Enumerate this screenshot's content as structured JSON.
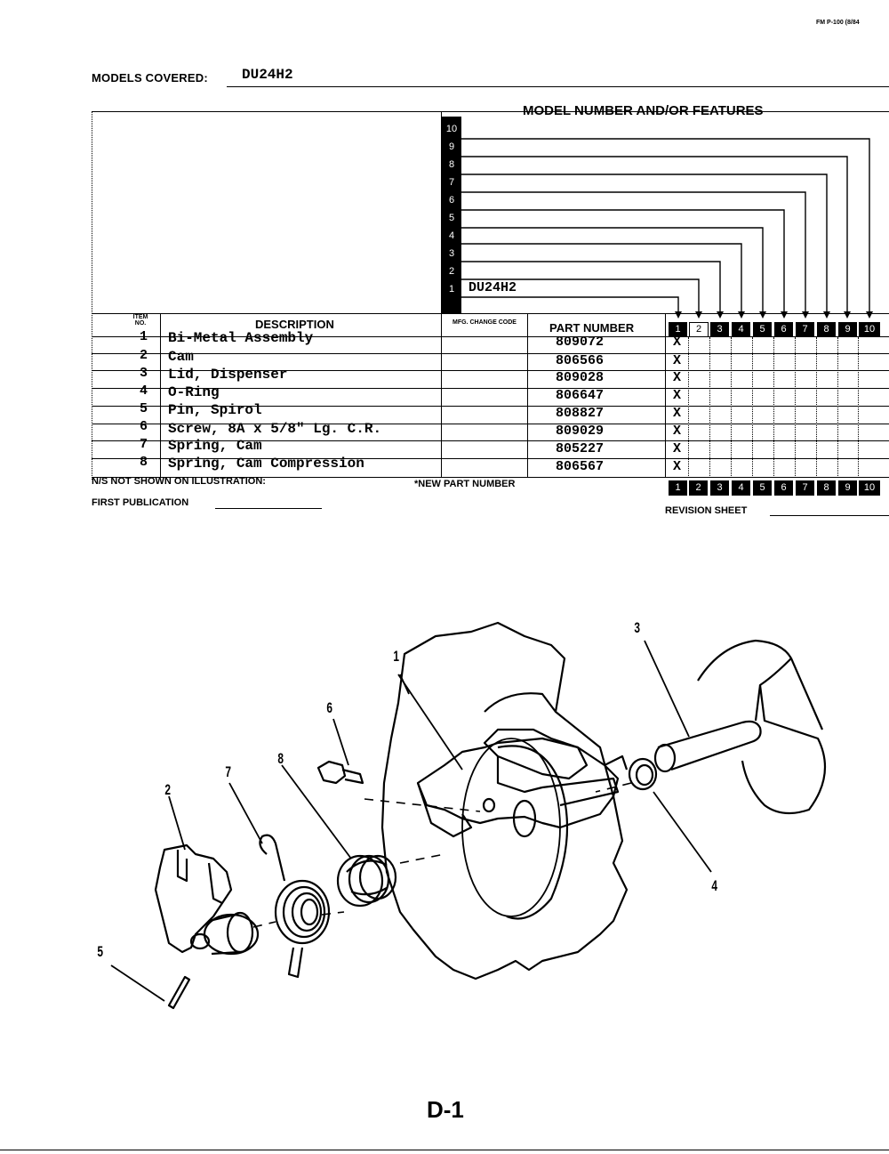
{
  "form_code": "FM P-100 (8/84",
  "models": {
    "label": "MODELS COVERED:",
    "value": "DU24H2"
  },
  "features_title": "MODEL NUMBER AND/OR FEATURES",
  "model_slots": [
    "10",
    "9",
    "8",
    "7",
    "6",
    "5",
    "4",
    "3",
    "2",
    "1"
  ],
  "model_1_name": "DU24H2",
  "headers": {
    "item_no": "ITEM NO.",
    "description": "DESCRIPTION",
    "mfg_change_code": "MFG. CHANGE CODE",
    "part_number": "PART NUMBER"
  },
  "column_numbers": [
    "1",
    "2",
    "3",
    "4",
    "5",
    "6",
    "7",
    "8",
    "9",
    "10"
  ],
  "parts": [
    {
      "item": "1",
      "description": "Bi-Metal Assembly",
      "part": "809072",
      "mark": "X"
    },
    {
      "item": "2",
      "description": "Cam",
      "part": "806566",
      "mark": "X"
    },
    {
      "item": "3",
      "description": "Lid, Dispenser",
      "part": "809028",
      "mark": "X"
    },
    {
      "item": "4",
      "description": "O-Ring",
      "part": "806647",
      "mark": "X"
    },
    {
      "item": "5",
      "description": "Pin, Spirol",
      "part": "808827",
      "mark": "X"
    },
    {
      "item": "6",
      "description": "Screw, 8A x 5/8\" Lg. C.R.",
      "part": "809029",
      "mark": "X"
    },
    {
      "item": "7",
      "description": "Spring, Cam",
      "part": "805227",
      "mark": "X"
    },
    {
      "item": "8",
      "description": "Spring, Cam Compression",
      "part": "806567",
      "mark": "X"
    }
  ],
  "footer": {
    "ns_note": "N/S NOT SHOWN ON ILLUSTRATION:",
    "new_part": "*NEW PART NUMBER",
    "first_publication": "FIRST PUBLICATION",
    "revision_sheet": "REVISION SHEET"
  },
  "callouts": [
    "1",
    "2",
    "3",
    "4",
    "5",
    "6",
    "7",
    "8"
  ],
  "page_label": "D-1"
}
